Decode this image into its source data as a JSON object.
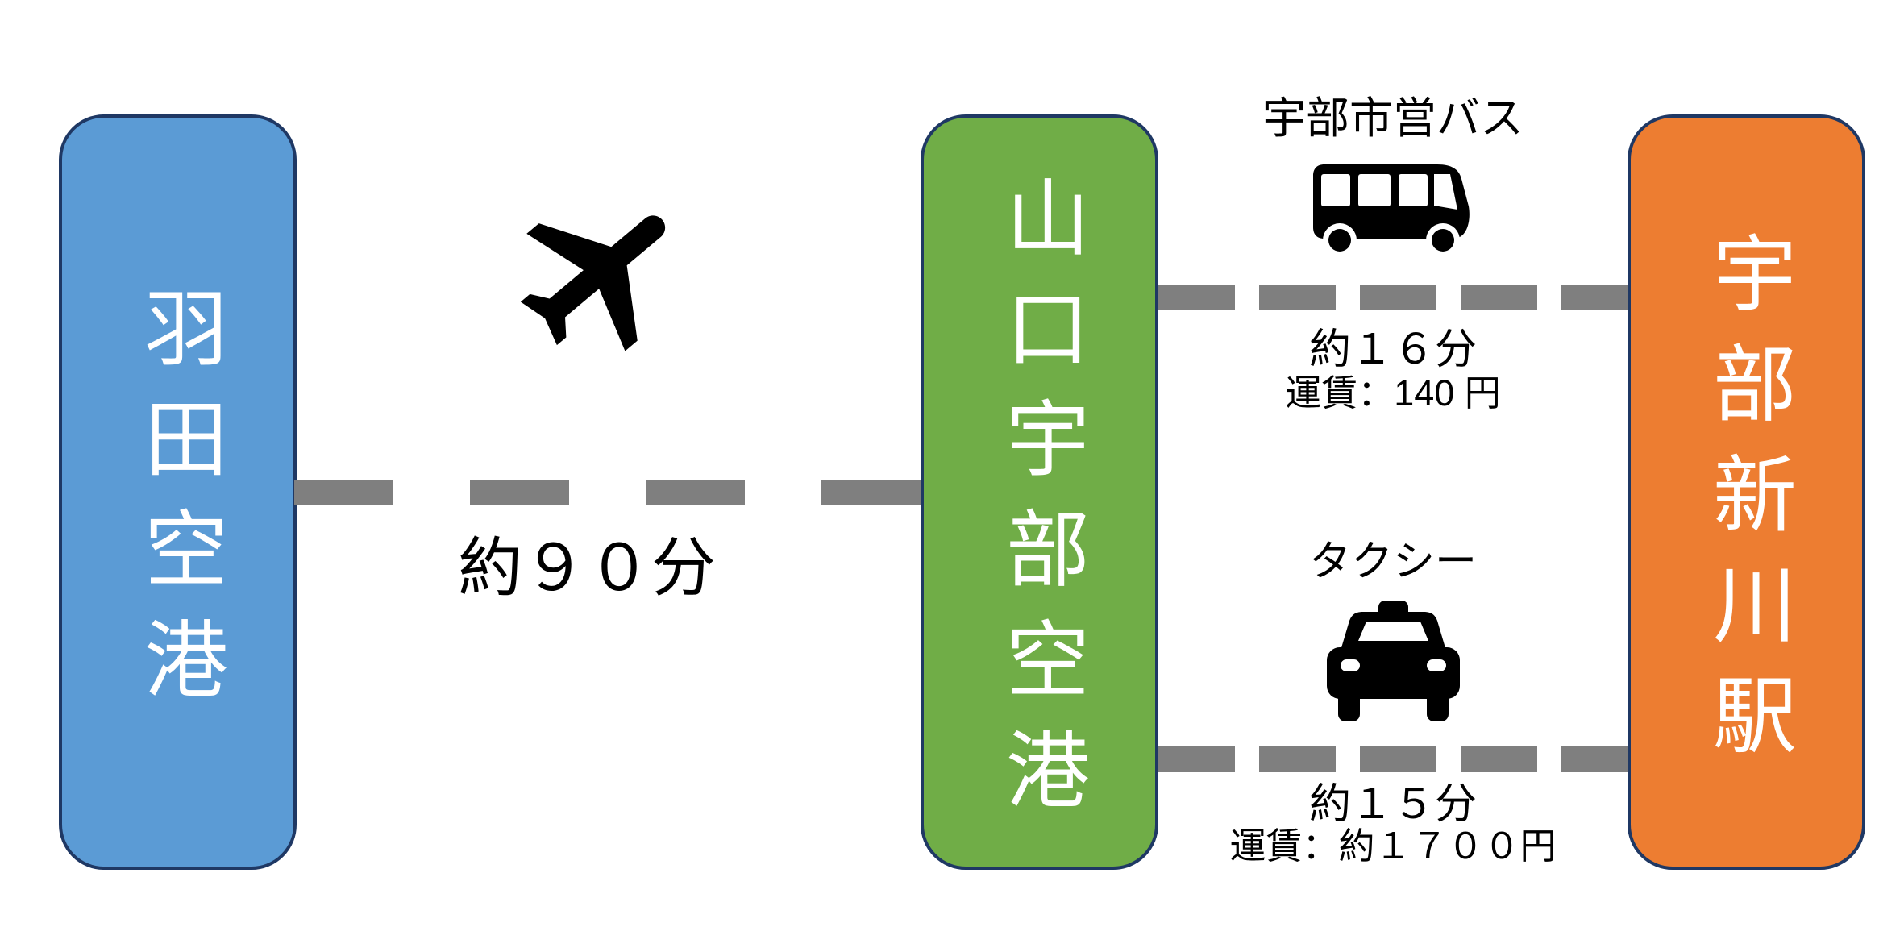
{
  "nodes": [
    {
      "label": "羽田空港",
      "color": "#5B9BD5",
      "text_color": "#FFFFFF"
    },
    {
      "label": "山口宇部空港",
      "color": "#70AD47",
      "text_color": "#FFFFFF"
    },
    {
      "label": "宇部新川駅",
      "color": "#ED7D31",
      "text_color": "#FFFFFF"
    }
  ],
  "routes": {
    "flight": {
      "from": "羽田空港",
      "to": "山口宇部空港",
      "icon": "airplane-icon",
      "duration": "約９０分"
    },
    "bus": {
      "from": "山口宇部空港",
      "to": "宇部新川駅",
      "icon": "bus-icon",
      "label": "宇部市営バス",
      "duration": "約１６分",
      "fare": "運賃：140 円"
    },
    "taxi": {
      "from": "山口宇部空港",
      "to": "宇部新川駅",
      "icon": "taxi-icon",
      "label": "タクシー",
      "duration": "約１５分",
      "fare": "運賃：約１７００円"
    }
  },
  "colors": {
    "background": "#FFFFFF",
    "node_border": "#1F3864",
    "node_blue": "#5B9BD5",
    "node_green": "#70AD47",
    "node_orange": "#ED7D31",
    "dashed_line": "#7F7F7F",
    "icon_and_text": "#000000"
  }
}
